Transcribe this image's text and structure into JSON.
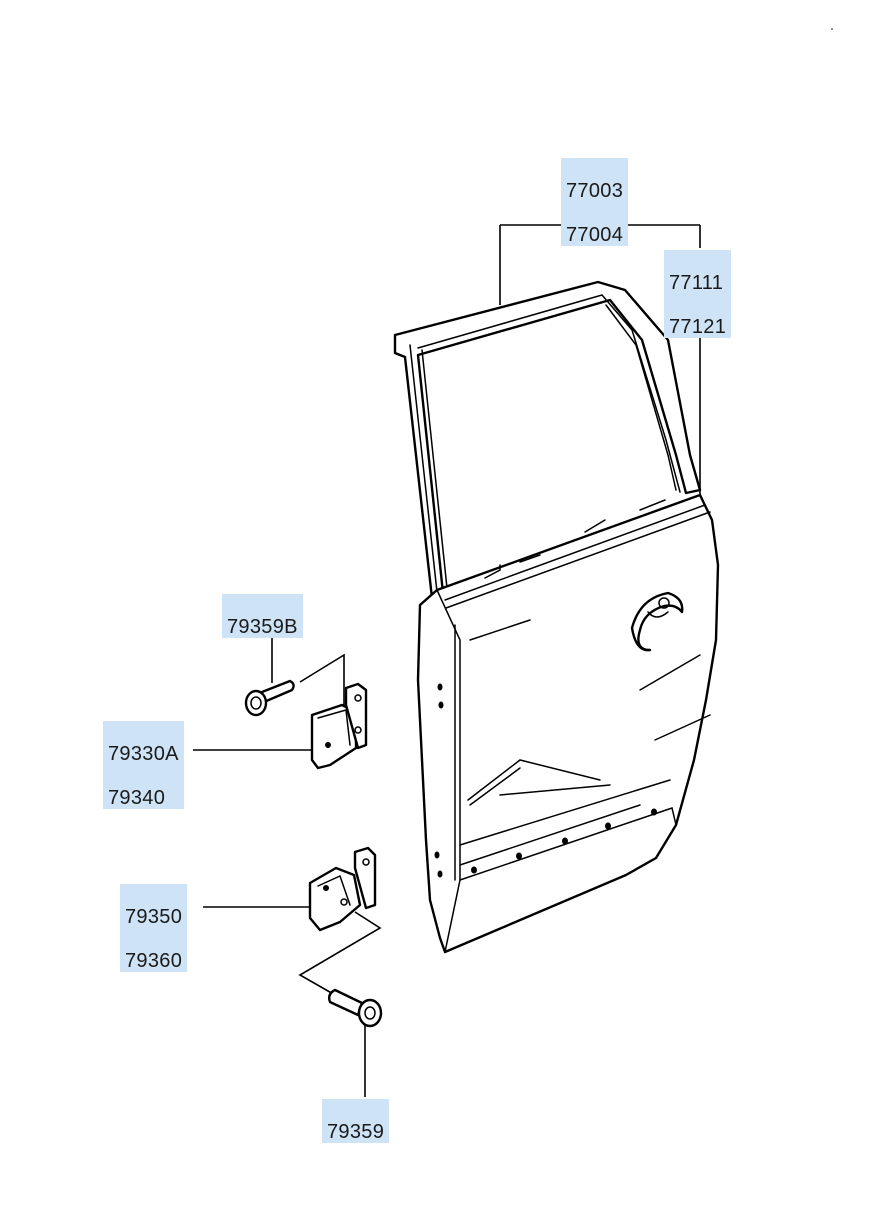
{
  "callouts": {
    "door_assembly": {
      "lines": [
        "77003",
        "77004"
      ]
    },
    "door_panel": {
      "lines": [
        "77111",
        "77121"
      ]
    },
    "upper_hinge_bolt": {
      "lines": [
        "79359B"
      ]
    },
    "upper_hinge": {
      "lines": [
        "79330A",
        "79340"
      ]
    },
    "lower_hinge": {
      "lines": [
        "79350",
        "79360"
      ]
    },
    "lower_hinge_bolt": {
      "lines": [
        "79359"
      ]
    }
  },
  "colors": {
    "label_bg": "#cfe3f6",
    "line": "#000000"
  }
}
